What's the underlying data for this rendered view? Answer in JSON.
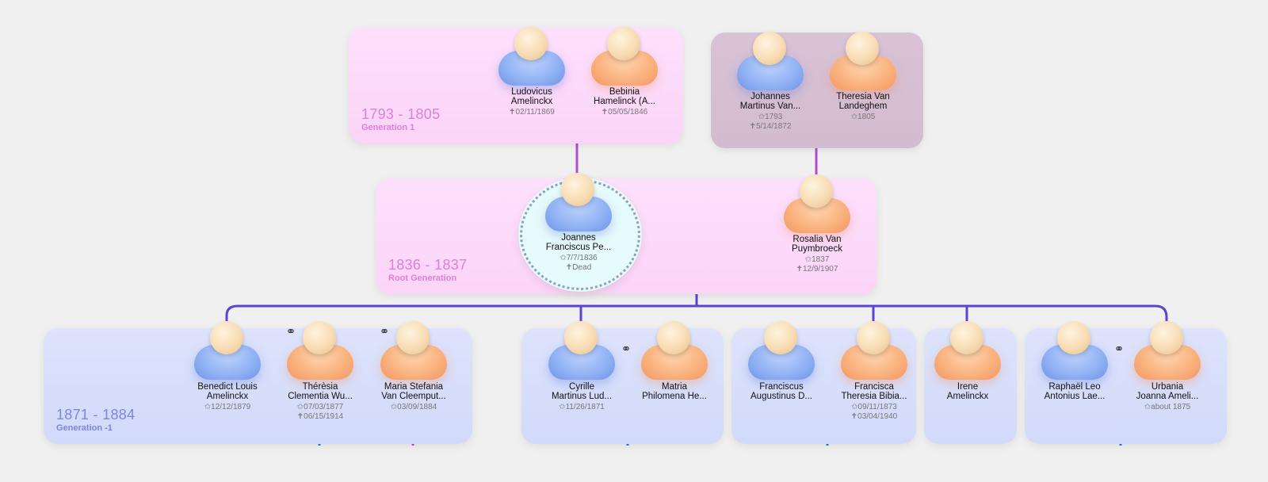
{
  "generations": {
    "gen1": {
      "years": "1793 - 1805",
      "label": "Generation 1"
    },
    "root": {
      "years": "1836 - 1837",
      "label": "Root Generation"
    },
    "genm1": {
      "years": "1871 - 1884",
      "label": "Generation -1"
    }
  },
  "people": {
    "ludovicus": {
      "name1": "Ludovicus",
      "name2": "Amelinckx",
      "date1": "✝02/11/1869"
    },
    "bebinia": {
      "name1": "Bebinia",
      "name2": "Hamelinck (A...",
      "date1": "✝05/05/1846"
    },
    "johannes": {
      "name1": "Johannes",
      "name2": "Martinus Van...",
      "date1": "✩1793",
      "date2": "✝5/14/1872"
    },
    "theresia": {
      "name1": "Theresia Van",
      "name2": "Landeghem",
      "date1": "✩1805"
    },
    "joannes": {
      "name1": "Joannes",
      "name2": "Franciscus Pe...",
      "date1": "✩7/7/1836",
      "date2": "✝Dead"
    },
    "rosalia": {
      "name1": "Rosalia Van",
      "name2": "Puymbroeck",
      "date1": "✩1837",
      "date2": "✝12/9/1907"
    },
    "benedict": {
      "name1": "Benedict Louis",
      "name2": "Amelinckx",
      "date1": "✩12/12/1879"
    },
    "theresia2": {
      "name1": "Thérèsia",
      "name2": "Clementia Wu...",
      "date1": "✩07/03/1877",
      "date2": "✝06/15/1914"
    },
    "maria": {
      "name1": "Maria Stefania",
      "name2": "Van Cleemput...",
      "date1": "✩03/09/1884"
    },
    "cyrille": {
      "name1": "Cyrille",
      "name2": "Martinus Lud...",
      "date1": "✩11/26/1871"
    },
    "matria": {
      "name1": "Matria",
      "name2": "Philomena He..."
    },
    "franciscus": {
      "name1": "Franciscus",
      "name2": "Augustinus D..."
    },
    "francisca": {
      "name1": "Francisca",
      "name2": "Theresia Bibia...",
      "date1": "✩09/11/1873",
      "date2": "✝03/04/1940"
    },
    "irene": {
      "name1": "Irene",
      "name2": "Amelinckx"
    },
    "raphael": {
      "name1": "Raphaël Leo",
      "name2": "Antonius  Lae..."
    },
    "urbania": {
      "name1": "Urbania",
      "name2": "Joanna Ameli...",
      "date1": "✩about 1875"
    }
  },
  "icons": {
    "marriage": "linked-rings-icon"
  },
  "colors": {
    "parent_line": "#b44bd0",
    "child_line": "#5b45d0",
    "spouse_line": "#3a6fd0"
  }
}
